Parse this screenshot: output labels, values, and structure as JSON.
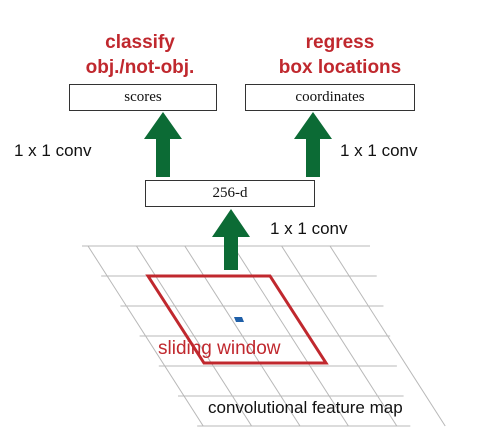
{
  "colors": {
    "accent_red": "#c0282e",
    "arrow_green": "#0c6b35",
    "grid_gray": "#b8b8b8",
    "center_blue": "#1f5fa8"
  },
  "classify": {
    "line1": "classify",
    "line2": "obj./not-obj."
  },
  "regress": {
    "line1": "regress",
    "line2": "box locations"
  },
  "boxes": {
    "scores": "scores",
    "coordinates": "coordinates",
    "feature": "256-d"
  },
  "conv_labels": {
    "left": "1 x 1 conv",
    "right": "1 x 1 conv",
    "middle": "1 x 1 conv"
  },
  "sliding_window_label": "sliding window",
  "feature_map_label": "convolutional feature map",
  "icons": [
    "up-arrow-icon",
    "window-center-icon"
  ]
}
